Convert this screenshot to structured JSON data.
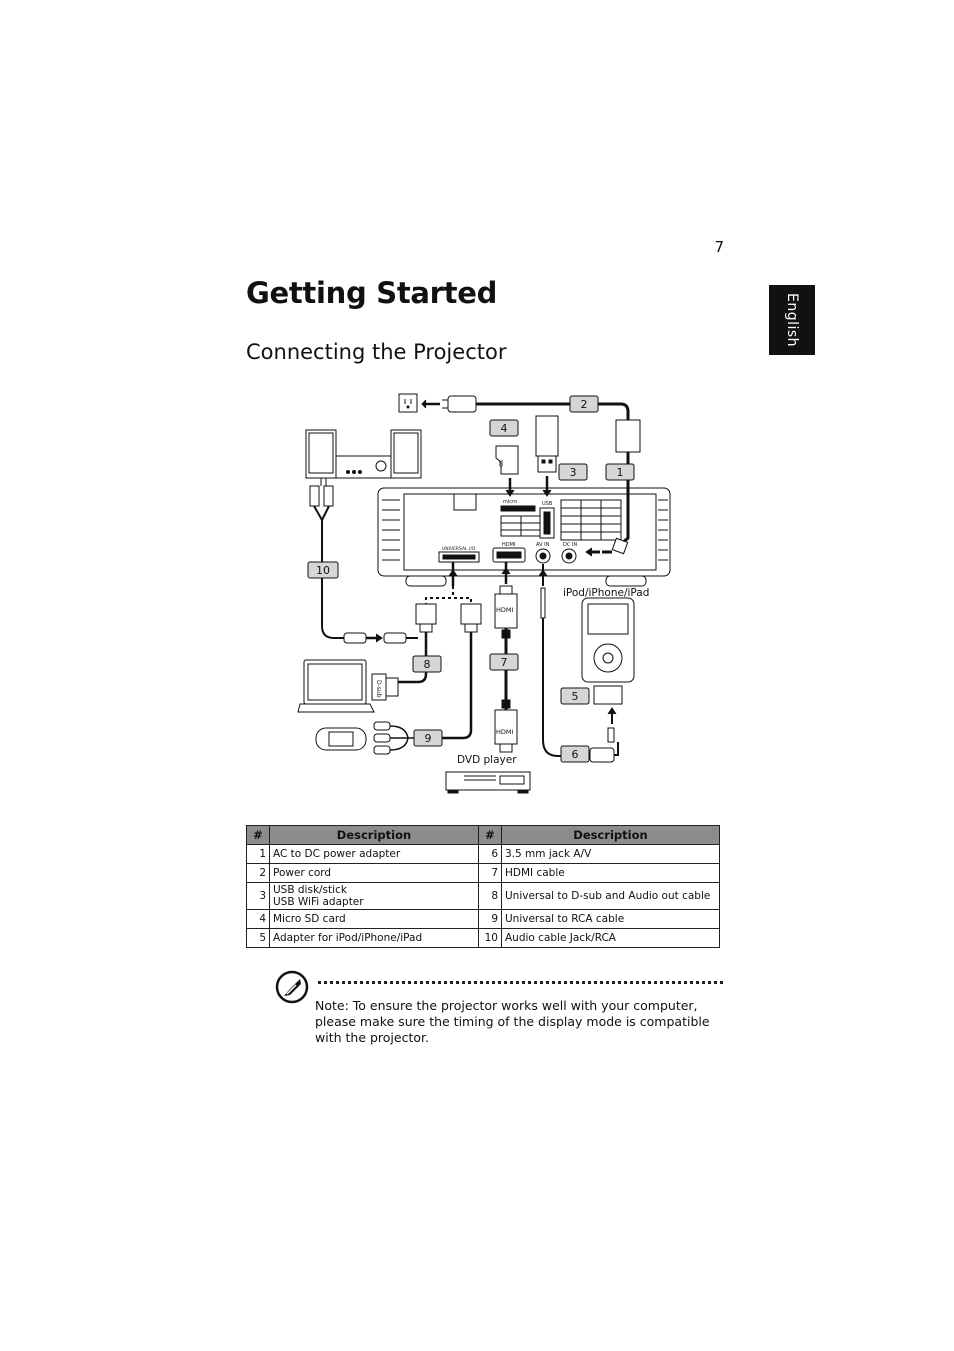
{
  "page": {
    "number": "7",
    "title": "Getting Started",
    "language_tab": "English"
  },
  "section": {
    "title": "Connecting the Projector"
  },
  "diagram": {
    "callouts": [
      "1",
      "2",
      "3",
      "4",
      "5",
      "6",
      "7",
      "8",
      "9",
      "10"
    ],
    "port_labels": {
      "micro_sd": "micro",
      "usb": "USB",
      "universal_io": "UNIVERSAL I/O",
      "hdmi": "HDMI",
      "av_in": "AV IN",
      "dc_in": "DC IN"
    },
    "cable_labels": {
      "hdmi_top": "HDMI",
      "hdmi_bottom": "HDMI",
      "dsub": "D-sub"
    },
    "device_labels": {
      "ipod": "iPod/iPhone/iPad",
      "dvd": "DVD player"
    }
  },
  "table": {
    "headers": [
      "#",
      "Description",
      "#",
      "Description"
    ],
    "rows": [
      {
        "n1": "1",
        "d1": "AC to DC power adapter",
        "n2": "6",
        "d2": "3.5 mm jack A/V"
      },
      {
        "n1": "2",
        "d1": "Power cord",
        "n2": "7",
        "d2": "HDMI cable"
      },
      {
        "n1": "3",
        "d1": "USB disk/stick\nUSB WiFi adapter",
        "n2": "8",
        "d2": "Universal to D-sub and Audio out cable"
      },
      {
        "n1": "4",
        "d1": "Micro SD card",
        "n2": "9",
        "d2": "Universal to RCA cable"
      },
      {
        "n1": "5",
        "d1": "Adapter for iPod/iPhone/iPad",
        "n2": "10",
        "d2": "Audio cable Jack/RCA"
      }
    ]
  },
  "note": {
    "label": "Note:",
    "text": " To ensure the projector works well with your computer, please make sure the timing of the display mode is compatible with the projector."
  }
}
